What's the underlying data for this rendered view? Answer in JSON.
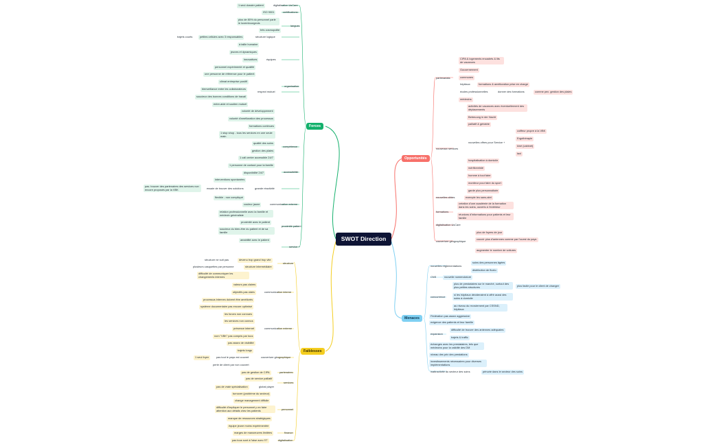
{
  "root": "SWOT Direction",
  "colors": {
    "forces": "#14b06c",
    "faiblesses": "#f4cd1f",
    "opportunites": "#f7706a",
    "menaces": "#7fd0f2",
    "root": "#0e1435"
  },
  "branches": {
    "forces": "Forces",
    "faiblesses": "Faiblesses",
    "opportunites": "Opportunités",
    "menaces": "Menaces"
  },
  "forces": {
    "digit_lucare": "digitalisation UsCare",
    "un_seul_dossier": "1 seul dossier patient",
    "certifications": "certifications",
    "iso9001": "ISO 9001",
    "langues": "langues",
    "plus80": "plus de 80% du personnel parle le luxembourgeois",
    "tres_cosmopolite": "très cosmopolite",
    "structure_logique": "structure logique",
    "petites_cellules": "petites cellules avec 3 responsables",
    "trajets_courts": "trajets courts",
    "taille_humaine": "à taille humaine",
    "equipes": "équipes",
    "jeunes": "jeunes et dynamiques",
    "innovatives": "innovatives",
    "experimente": "personnel expérimenté et qualifié",
    "une_personne": "une personne de référence pour le patient",
    "organisation": "organisation",
    "climat": "climat entreprise positif",
    "respect_mutuel": "respect mutuel",
    "bienveillance": "bienveillance entre les collaborateurs",
    "soucieux": "soucieux des bonnes conditions de travail",
    "entre_aide": "entre-aide et soutien mutuel",
    "volonte_dev": "volonté de développement",
    "volonte_amel": "volonté d'amélioration des processus",
    "formations_continues": "formations continues",
    "one_stop": "1 stop shop - tous les services en une seule main",
    "competence": "compétence",
    "qualite_soins": "qualité des soins",
    "gestion_plaies": "gestion des plaies",
    "accessibilite": "accessibilité",
    "call_center": "1 call center accessible 24/7",
    "personne_contact": "1 personne de contact pour la famille",
    "dispo": "disponibilité 24/7",
    "grande_reactivite": "grande réactivité",
    "interventions": "interventions spontanées",
    "essaie_trouver": "essaie de trouver des solutions",
    "pas_trouver": "pas. trouver des partenaires des services non encore proposés par la VBK",
    "flexible": "flexible - non compliqué",
    "comm_externe": "communication externe",
    "couleur_jaune": "couleur jaune",
    "proximite_patient": "proximité patient",
    "relation_pro": "relation professionnelle avec la famille et médecin généraliste",
    "proximite_avec": "proximité avec le patient",
    "soucieux_bien_etre": "soucieux du bien-être du patient et de sa famille",
    "amabilite": "amabilité avec le patient",
    "service_plus": "service +"
  },
  "faiblesses": {
    "structure": "structure",
    "devenu_grand": "devenu trop grand trop vite",
    "structure_ne_suit": "structure ne suit pas",
    "structure_intermediaire": "structure intermédiaire",
    "plusieurs_casquettes": "plusieurs casquettes par personne",
    "comm_interne": "communication interne",
    "difficulte_communiquer": "difficulté de communiquer les changements internes",
    "valeurs": "valeurs pas claires",
    "objectifs": "objectifs pas clairs",
    "processus_internes": "processus internes doivent être améliorés",
    "systeme_doc": "système documentaire pas encore optimisé",
    "comm_externe": "communication externe",
    "forces_non_connues": "les forces non connues",
    "services_non_connus": "les services non connus",
    "presence_internet": "présence internet",
    "nom_vbk": "nom \"VBK\" pas compris par tous",
    "pas_visibilite": "pas assez de visibilité",
    "couverture_geo": "couverture géographique",
    "trajets_longs": "trajets longs",
    "pas_tout_pays": "pas tout le pays est couvert",
    "un_seul_foyer": "1 seul foyer",
    "perte_client": "perte de client par non couvert",
    "partenaires": "partenaires",
    "pas_gestion_cipa": "pas de gestion de CIPA",
    "services": "services",
    "pas_service_palliatif": "pas de service palliatif",
    "global_player": "global player",
    "pas_vraie_spec": "pas de vraie spécialisation",
    "personnel": "personnel",
    "turnover": "turnover (problème du secteur)",
    "change_management": "change management difficile",
    "difficulte_impliquer": "difficulté d'impliquer le personnel p.ex faire attention aux détails chez les patients",
    "manque_ressources": "manque de ressources stratégiques",
    "equipe_jeune": "équipe jeune moins expérimentée",
    "finance": "finance",
    "marges": "marges de manoeuvres limitées",
    "digitalisation": "digitalisation",
    "pas_tous": "pas tous sont à l'aise avec l'IT"
  },
  "opportunites": {
    "partenariats": "partenariats",
    "cipa": "CIPA & logements encadrés & lits de vacances",
    "gouvernement": "Gouvernement",
    "communes": "communes",
    "hopitaux": "hôpitaux",
    "formations_amel": "formations & amélioration prise en charge",
    "ecoles": "écoles professionnelles",
    "donner_formations": "donner des formations",
    "comme_pex": "comme pex. gestion des plaies",
    "medecins": "médecins",
    "nouveaux_services": "nouveaux services",
    "activites_vacances": "activités de vacances avec éventuellement des déplacements",
    "betreuung": "Betreuung in der Nacht",
    "palliatif": "palliatif & gériatrie",
    "nouvelles_offres": "nouvelles offres pour Service +",
    "coiffeur": "coiffeur propre à la VBK",
    "ergotherapie": "Ergothérapie",
    "kine": "kiné (cabinet)",
    "taxi": "taxi",
    "hospitalisation": "hospitalisation à domicile",
    "nutritionniste": "nutritionniste",
    "homme_tout_faire": "homme à tout faire",
    "moniteur_sport": "moniteur pour faire du sport",
    "garde_plus": "garde plus personnalisée",
    "nouvelles_cibles": "nouvelles cibles",
    "exemple_sans_abri": "exemple les sans-abri",
    "formations": "formations",
    "creation_academie": "création d'une académie de la formation dans les soins, ouverts à l'extérieur",
    "reunions": "réunions d'informations pour patients et leur famille",
    "digit_uscare": "digitalisation UsCare",
    "couverture_geo": "couverture géographique",
    "plus_foyers": "plus de foyers de jour",
    "couvrir_plus": "couvrir plus d'antennes comme par l'ouest du pays",
    "augmenter_voitures": "augmenter le nombre de voitures"
  },
  "menaces": {
    "nouvelles_regl": "nouvelles réglementations",
    "soins_agees": "soins des personnes âgées",
    "distribution_fluxo": "distribution de fluxto",
    "cns": "CNS",
    "nouvelle_nomenclature": "nouvelle nomenclature",
    "concurrence": "concurrence",
    "plus_prestataires": "plus de prestataires sur le marché, surtout des plus petites structures",
    "plus_facile": "plus facile pour le client de changer",
    "si_hopitaux": "si les hôpitaux décideraient à offrir aussi des soins à domicile",
    "recrutement": "au niveau du recrutement par CSSND, hôpitaux",
    "federation": "Fédération pas assez aggressive",
    "exigence": "exigence des patients et leur famille",
    "expansion": "expansion",
    "difficulte_antennes": "difficulté de trouver des antennes adéquates",
    "trajets_trafic": "trajets & traffic",
    "echanges": "échanges avec les prestataires, tels que médecins pour la validité des DM",
    "niveau_prix": "niveau des prix des prestations",
    "investissements": "investissements nécessaires pour diverses implémentations",
    "inattractivite": "inattractivité du secteur des soins",
    "penurie": "pénurie dans le secteur des soins"
  }
}
